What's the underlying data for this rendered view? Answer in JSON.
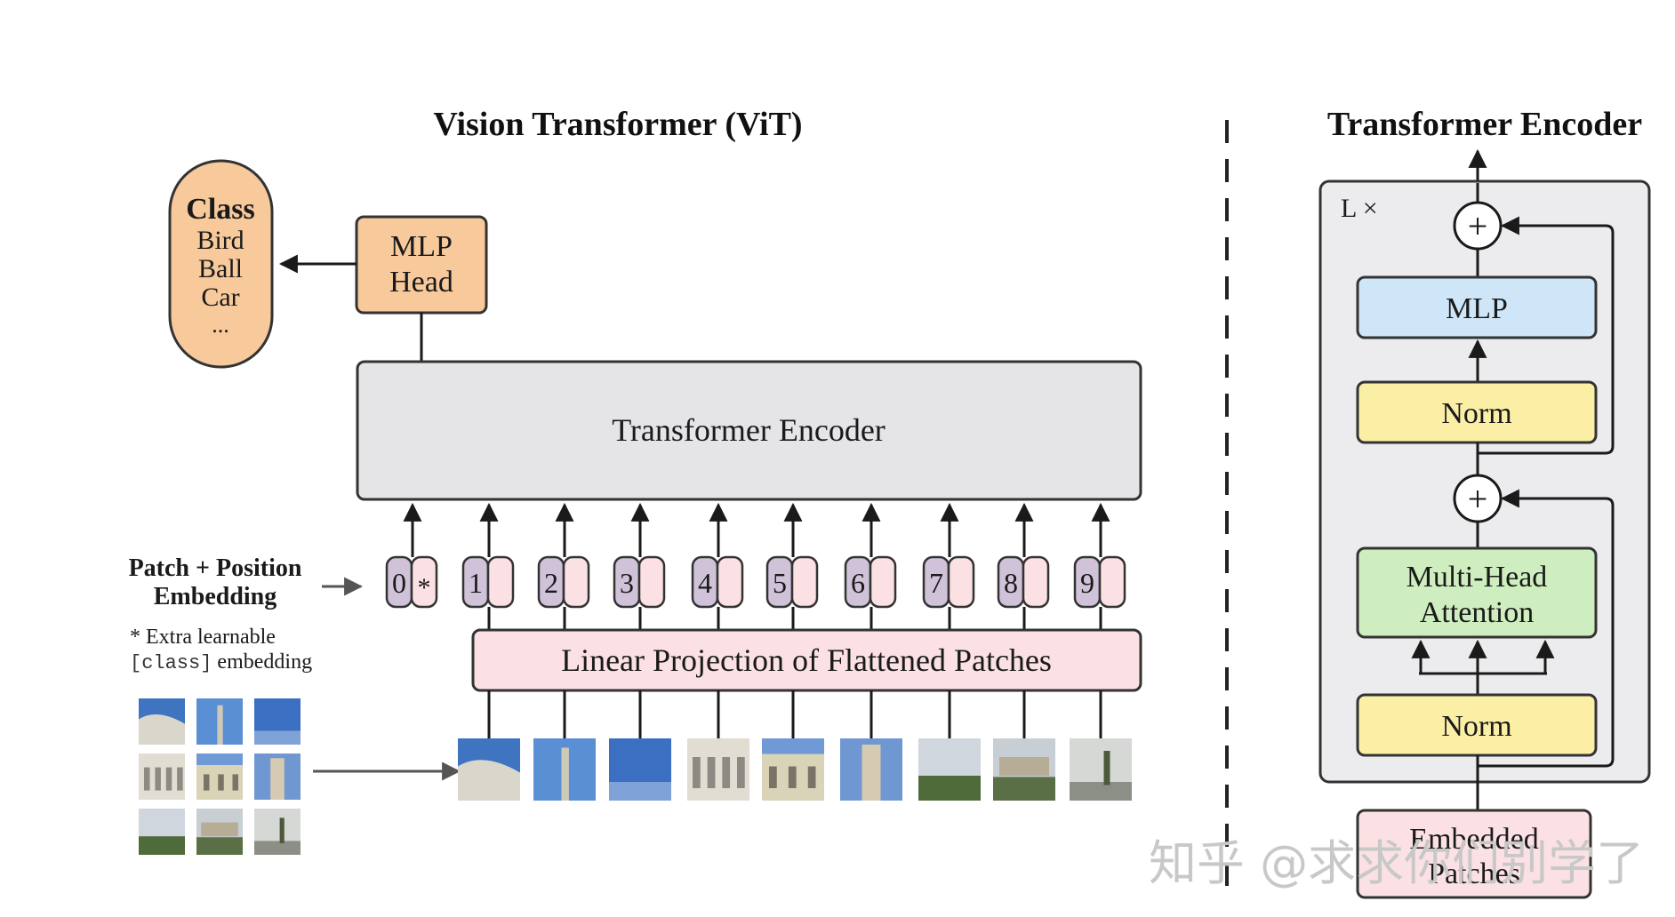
{
  "vit": {
    "title": "Vision Transformer (ViT)",
    "class_box": {
      "heading": "Class",
      "items": [
        "Bird",
        "Ball",
        "Car",
        "..."
      ]
    },
    "mlp_head": {
      "line1": "MLP",
      "line2": "Head"
    },
    "encoder_label": "Transformer Encoder",
    "patch_embedding": {
      "line1": "Patch + Position",
      "line2": "Embedding"
    },
    "extra_note": {
      "line1": "* Extra learnable",
      "code": "[class]",
      "line2": " embedding"
    },
    "token_indices": [
      "0",
      "1",
      "2",
      "3",
      "4",
      "5",
      "6",
      "7",
      "8",
      "9"
    ],
    "class_token_marker": "*",
    "linear_projection": "Linear Projection of Flattened Patches"
  },
  "encoder_block": {
    "title": "Transformer Encoder",
    "repeat_label": "L ×",
    "mlp": "MLP",
    "norm_top": "Norm",
    "attention": {
      "line1": "Multi-Head",
      "line2": "Attention"
    },
    "norm_bottom": "Norm",
    "add_symbol": "+",
    "embedded_patches": {
      "line1": "Embedded",
      "line2": "Patches"
    }
  },
  "watermark": "知乎 @求求你们别学了",
  "colors": {
    "class_box": "#f7c99b",
    "mlp_head": "#f7c99b",
    "encoder": "#e5e5e7",
    "token_left": "#cfc2d9",
    "token_right": "#fbe1e3",
    "linear_projection": "#fbe1e3",
    "mlp_block": "#cfe6f8",
    "norm_block": "#fbefa6",
    "attention_block": "#cfeebf",
    "embedded_block": "#fbe1e3",
    "encoder_frame": "#ececee"
  }
}
